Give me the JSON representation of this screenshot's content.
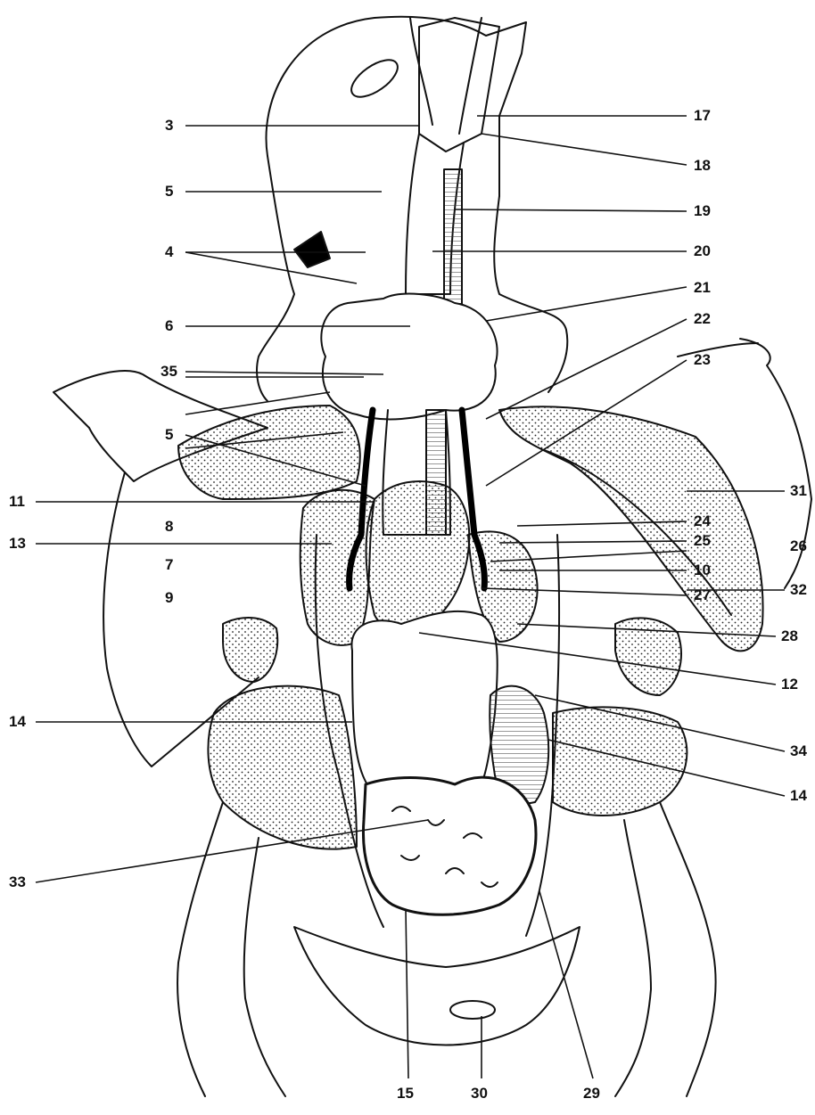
{
  "diagram": {
    "title": "",
    "labels": [
      {
        "key": "l3",
        "text": "3"
      },
      {
        "key": "l5a",
        "text": "5"
      },
      {
        "key": "l4",
        "text": "4"
      },
      {
        "key": "l6",
        "text": "6"
      },
      {
        "key": "l35",
        "text": "35"
      },
      {
        "key": "l5b",
        "text": "5"
      },
      {
        "key": "l8",
        "text": "8"
      },
      {
        "key": "l7",
        "text": "7"
      },
      {
        "key": "l9",
        "text": "9"
      },
      {
        "key": "l11",
        "text": "11"
      },
      {
        "key": "l13",
        "text": "13"
      },
      {
        "key": "l14a",
        "text": "14"
      },
      {
        "key": "l33",
        "text": "33"
      },
      {
        "key": "l17",
        "text": "17"
      },
      {
        "key": "l18",
        "text": "18"
      },
      {
        "key": "l19",
        "text": "19"
      },
      {
        "key": "l20",
        "text": "20"
      },
      {
        "key": "l21",
        "text": "21"
      },
      {
        "key": "l22",
        "text": "22"
      },
      {
        "key": "l23",
        "text": "23"
      },
      {
        "key": "l31",
        "text": "31"
      },
      {
        "key": "l24",
        "text": "24"
      },
      {
        "key": "l25",
        "text": "25"
      },
      {
        "key": "l26",
        "text": "26"
      },
      {
        "key": "l10",
        "text": "10"
      },
      {
        "key": "l27",
        "text": "27"
      },
      {
        "key": "l32",
        "text": "32"
      },
      {
        "key": "l28",
        "text": "28"
      },
      {
        "key": "l12",
        "text": "12"
      },
      {
        "key": "l34",
        "text": "34"
      },
      {
        "key": "l14b",
        "text": "14"
      },
      {
        "key": "l15",
        "text": "15"
      },
      {
        "key": "l30",
        "text": "30"
      },
      {
        "key": "l29",
        "text": "29"
      }
    ]
  }
}
